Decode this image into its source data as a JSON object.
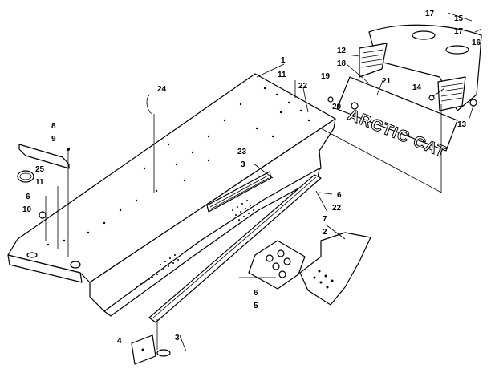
{
  "diagram": {
    "logo_text": "ARCTIC CAT",
    "callouts": [
      {
        "id": "c1",
        "label": "1"
      },
      {
        "id": "c11a",
        "label": "11"
      },
      {
        "id": "c22a",
        "label": "22"
      },
      {
        "id": "c24",
        "label": "24"
      },
      {
        "id": "c8",
        "label": "8"
      },
      {
        "id": "c9",
        "label": "9"
      },
      {
        "id": "c25",
        "label": "25"
      },
      {
        "id": "c11b",
        "label": "11"
      },
      {
        "id": "c6a",
        "label": "6"
      },
      {
        "id": "c10",
        "label": "10"
      },
      {
        "id": "c23",
        "label": "23"
      },
      {
        "id": "c3a",
        "label": "3"
      },
      {
        "id": "c7",
        "label": "7"
      },
      {
        "id": "c6b",
        "label": "6"
      },
      {
        "id": "c22b",
        "label": "22"
      },
      {
        "id": "c2",
        "label": "2"
      },
      {
        "id": "c6c",
        "label": "6"
      },
      {
        "id": "c5",
        "label": "5"
      },
      {
        "id": "c4",
        "label": "4"
      },
      {
        "id": "c3b",
        "label": "3"
      },
      {
        "id": "c17a",
        "label": "17"
      },
      {
        "id": "c15",
        "label": "15"
      },
      {
        "id": "c17b",
        "label": "17"
      },
      {
        "id": "c16",
        "label": "16"
      },
      {
        "id": "c12",
        "label": "12"
      },
      {
        "id": "c18",
        "label": "18"
      },
      {
        "id": "c19",
        "label": "19"
      },
      {
        "id": "c21",
        "label": "21"
      },
      {
        "id": "c14",
        "label": "14"
      },
      {
        "id": "c20",
        "label": "20"
      },
      {
        "id": "c13",
        "label": "13"
      }
    ]
  }
}
